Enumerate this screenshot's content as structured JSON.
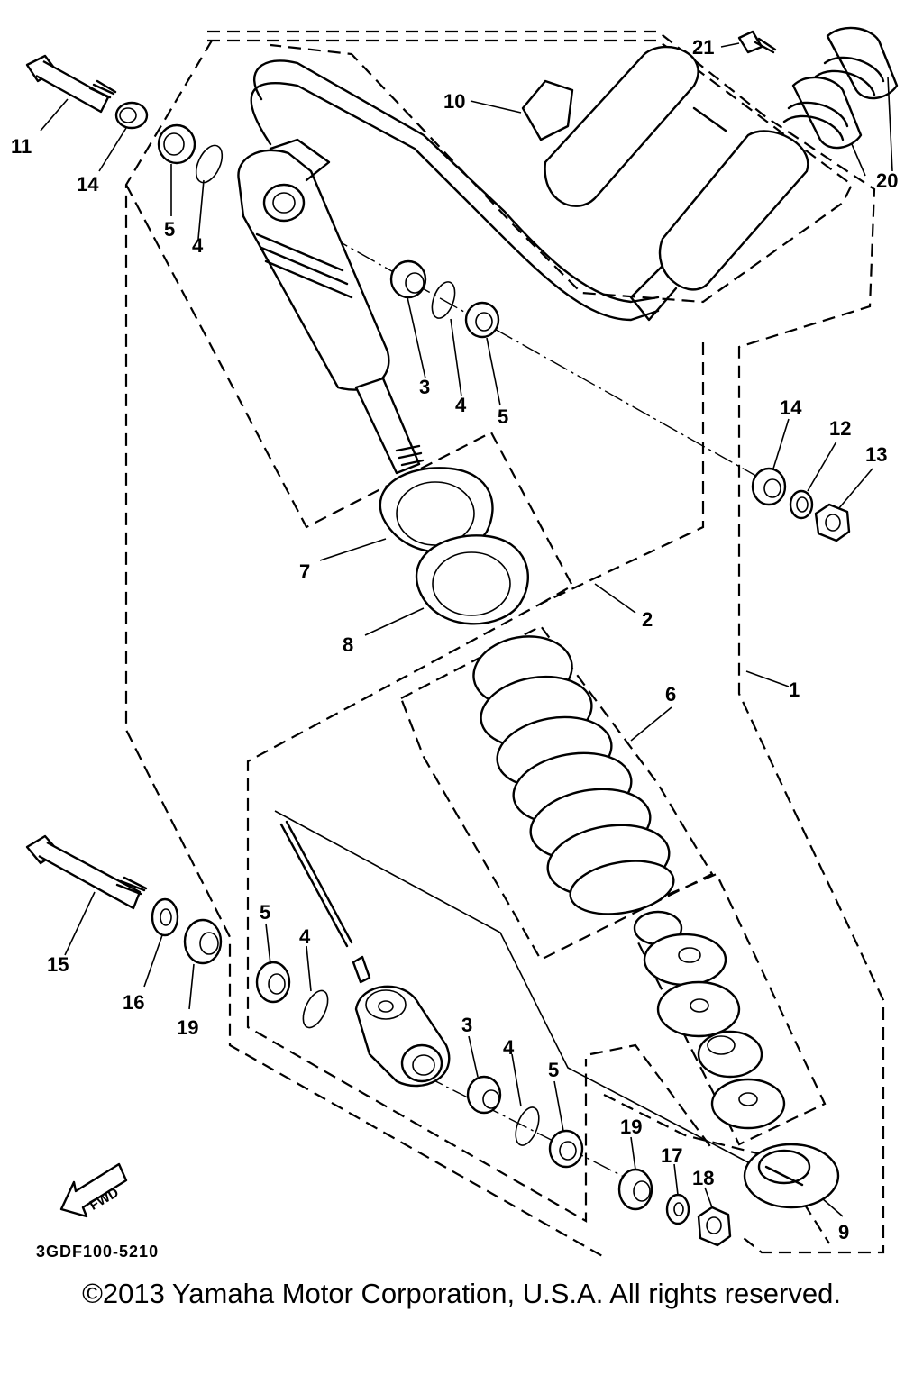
{
  "callouts": [
    {
      "id": "c1",
      "label": "1"
    },
    {
      "id": "c2",
      "label": "2"
    },
    {
      "id": "c3a",
      "label": "3"
    },
    {
      "id": "c3b",
      "label": "3"
    },
    {
      "id": "c4a",
      "label": "4"
    },
    {
      "id": "c4b",
      "label": "4"
    },
    {
      "id": "c4c",
      "label": "4"
    },
    {
      "id": "c4d",
      "label": "4"
    },
    {
      "id": "c5a",
      "label": "5"
    },
    {
      "id": "c5b",
      "label": "5"
    },
    {
      "id": "c5c",
      "label": "5"
    },
    {
      "id": "c5d",
      "label": "5"
    },
    {
      "id": "c6",
      "label": "6"
    },
    {
      "id": "c7",
      "label": "7"
    },
    {
      "id": "c8",
      "label": "8"
    },
    {
      "id": "c9",
      "label": "9"
    },
    {
      "id": "c10",
      "label": "10"
    },
    {
      "id": "c11",
      "label": "11"
    },
    {
      "id": "c12",
      "label": "12"
    },
    {
      "id": "c13",
      "label": "13"
    },
    {
      "id": "c14a",
      "label": "14"
    },
    {
      "id": "c14b",
      "label": "14"
    },
    {
      "id": "c15",
      "label": "15"
    },
    {
      "id": "c16",
      "label": "16"
    },
    {
      "id": "c17",
      "label": "17"
    },
    {
      "id": "c18",
      "label": "18"
    },
    {
      "id": "c19a",
      "label": "19"
    },
    {
      "id": "c19b",
      "label": "19"
    },
    {
      "id": "c20",
      "label": "20"
    },
    {
      "id": "c21",
      "label": "21"
    }
  ],
  "diagram_code": "3GDF100-5210",
  "fwd_label": "FWD",
  "copyright": "©2013 Yamaha Motor Corporation, U.S.A. All rights reserved."
}
